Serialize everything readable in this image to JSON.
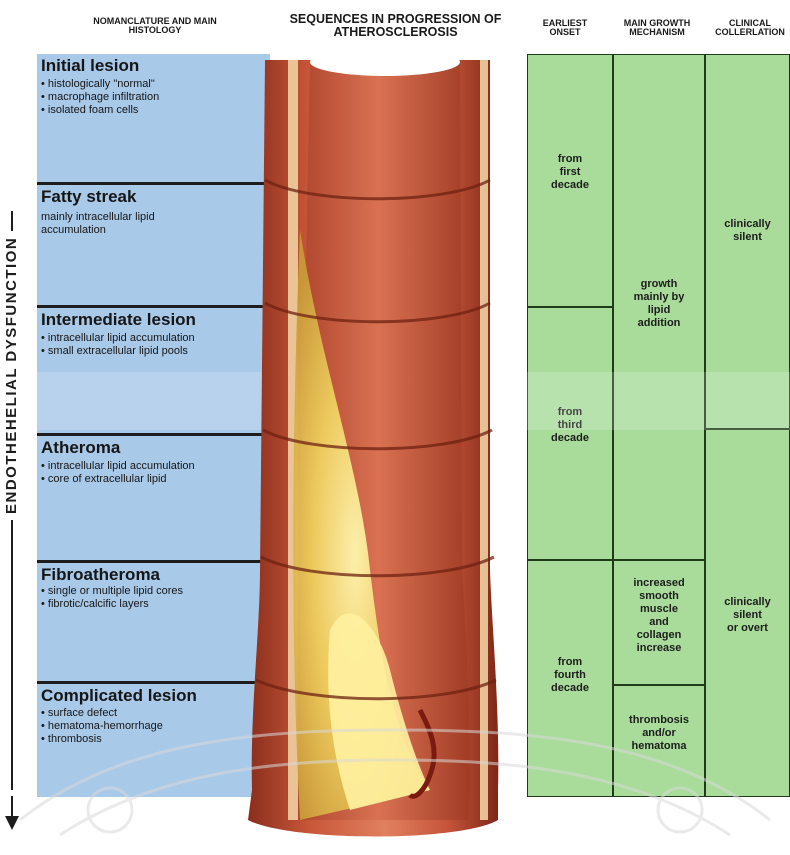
{
  "headers": {
    "nomenclature": "NOMANCLATURE AND MAIN HISTOLOGY",
    "sequences": "SEQUENCES IN PROGRESSION OF ATHEROSCLEROSIS",
    "onset": "EARLIEST ONSET",
    "growth": "MAIN GROWTH MECHANISM",
    "clinical": "CLINICAL COLLERLATION"
  },
  "side_label": "ENDOTHEHELIAL DYSFUNCTION",
  "stages": [
    {
      "title": "Initial lesion",
      "text": "• histologically \"normal\"\n• macrophage infiltration\n• isolated foam cells"
    },
    {
      "title": "Fatty streak",
      "text": "mainly intracellular lipid\naccumulation"
    },
    {
      "title": "Intermediate lesion",
      "text": "• intracellular lipid accumulation\n• small extracellular lipid pools"
    },
    {
      "title": "Atheroma",
      "text": "• intracellular lipid accumulation\n• core of extracellular lipid"
    },
    {
      "title": "Fibroatheroma",
      "text": "• single or multiple lipid cores\n• fibrotic/calcific layers"
    },
    {
      "title": "Complicated lesion",
      "text": "• surface defect\n• hematoma-hemorrhage\n• thrombosis"
    }
  ],
  "onset": [
    "from\nfirst\ndecade",
    "from\nthird\ndecade",
    "from\nfourth\ndecade"
  ],
  "growth": [
    "growth\nmainly by\nlipid\naddition",
    "increased\nsmooth\nmuscle\nand\ncollagen\nincrease",
    "thrombosis\nand/or\nhematoma"
  ],
  "clinical": [
    "clinically\nsilent",
    "clinically\nsilent\nor overt"
  ],
  "colors": {
    "blue_panel": "#a9c9e9",
    "green_panel": "#a9dc9b",
    "artery": "#c7563a",
    "plaque": "#f1d56a"
  }
}
